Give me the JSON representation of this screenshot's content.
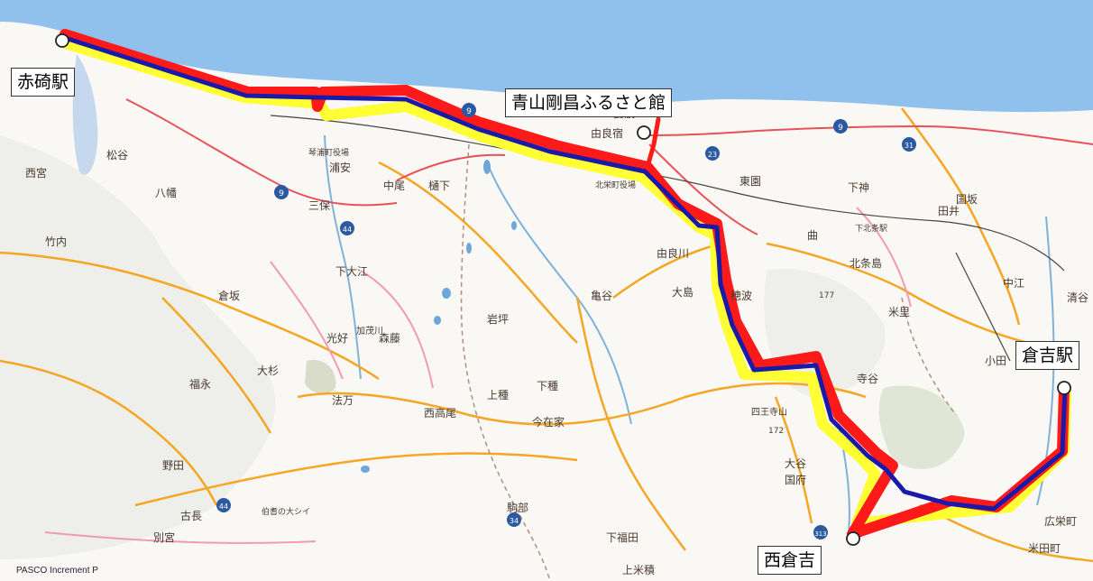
{
  "stations": {
    "akasaki": "赤碕駅",
    "kurayoshi": "倉吉駅",
    "nishikurayoshi": "西倉吉",
    "museum": "青山剛昌ふるさと館"
  },
  "map_labels": [
    "由良宿",
    "妻波",
    "松谷",
    "西宮",
    "八幡",
    "竹内",
    "由良川",
    "下種",
    "上種",
    "西高尾",
    "今在家",
    "岩坪",
    "亀谷",
    "大島",
    "穂波",
    "曲",
    "東園",
    "下神",
    "田井",
    "国坂",
    "北条島",
    "米里",
    "寺谷",
    "大谷",
    "国府",
    "駒部",
    "野田",
    "古長",
    "別宮",
    "福永",
    "倉坂",
    "光好",
    "森藤",
    "法万",
    "大杉",
    "四王寺山",
    "北栄町役場",
    "下北条駅",
    "清谷",
    "中江",
    "小田",
    "広栄町",
    "米田町",
    "上米積",
    "下福田",
    "琴浦町役場",
    "浦安",
    "中尾",
    "樋下",
    "加茂川",
    "下大江",
    "三保",
    "伯耆の大シイ",
    "172",
    "177"
  ],
  "credit": "PASCO  Increment P",
  "colors": {
    "sea": "#8fc1ec",
    "route_outer": "#ff1a1a",
    "route_inner": "#1a1aa8",
    "route_shadow": "#ffff33"
  },
  "icons": [
    "station-marker-icon"
  ]
}
